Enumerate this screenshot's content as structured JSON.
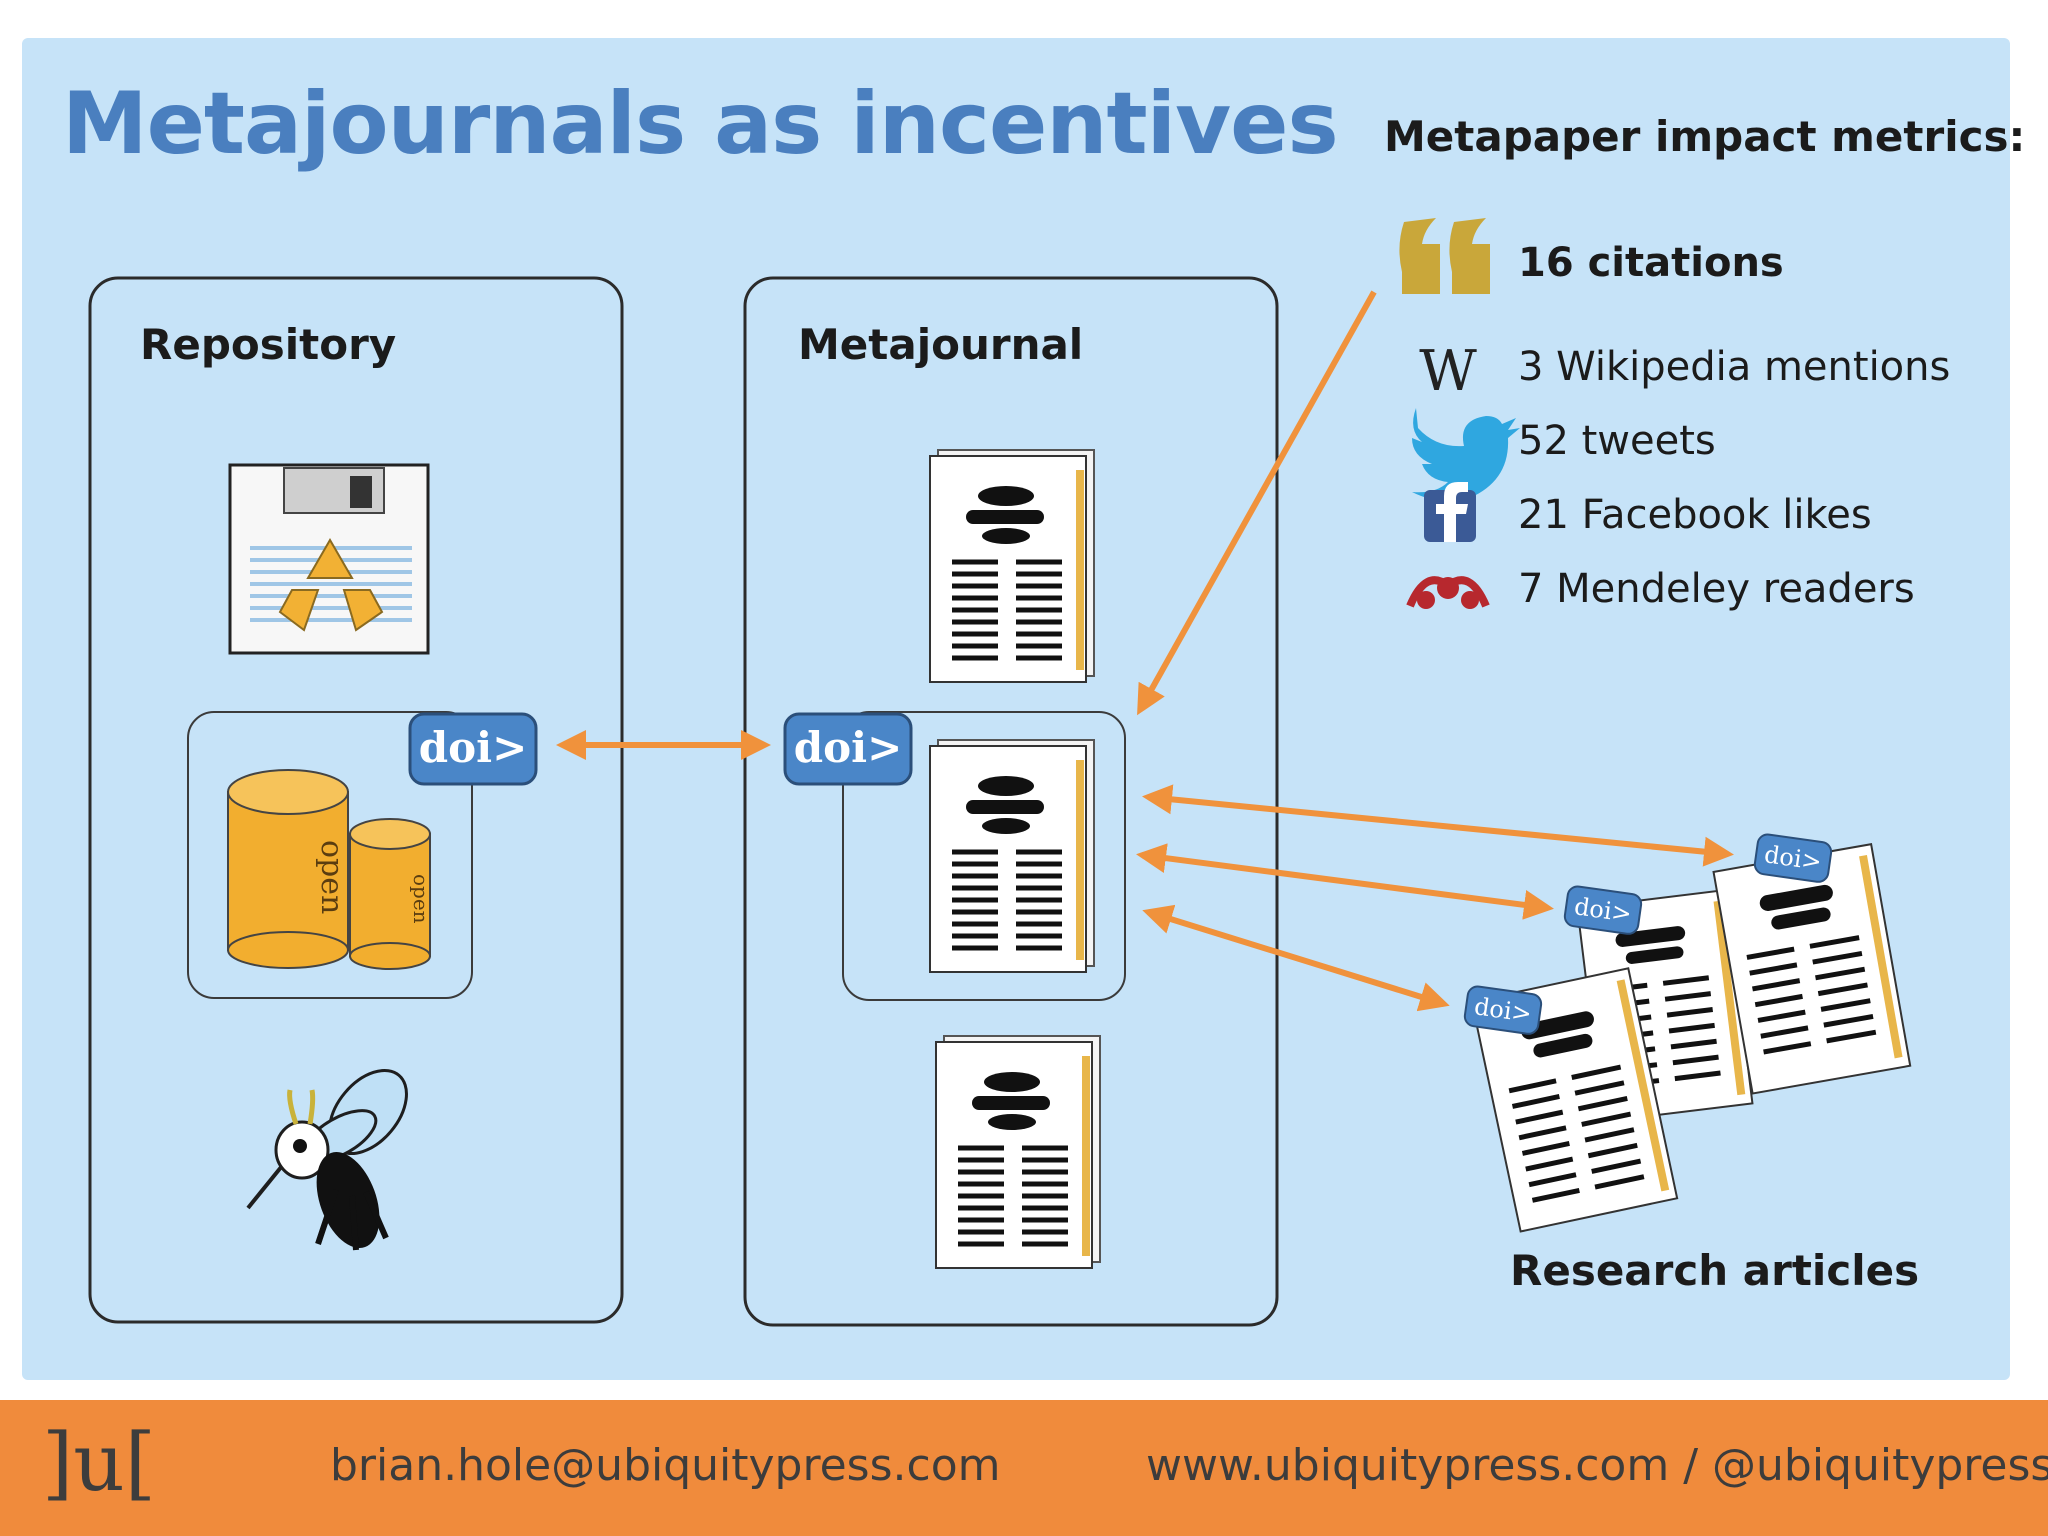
{
  "title": "Metajournals as incentives",
  "repository_label": "Repository",
  "metajournal_label": "Metajournal",
  "research_articles_label": "Research articles",
  "metrics_heading": "Metapaper impact metrics:",
  "metrics": [
    {
      "icon": "quote-icon",
      "text": "16 citations"
    },
    {
      "icon": "wikipedia-icon",
      "text": "3 Wikipedia mentions"
    },
    {
      "icon": "twitter-icon",
      "text": "52 tweets"
    },
    {
      "icon": "facebook-icon",
      "text": "21 Facebook likes"
    },
    {
      "icon": "mendeley-icon",
      "text": "7 Mendeley readers"
    }
  ],
  "doi_label": "doi>",
  "open_label": "open",
  "footer": {
    "logo": "]u[",
    "email": "brian.hole@ubiquitypress.com",
    "website": "www.ubiquitypress.com / @ubiquitypress"
  },
  "colors": {
    "panel": "#c6e3f8",
    "title": "#4a7fbf",
    "arrow": "#f0923c",
    "footer": "#f08b3c",
    "doi_badge": "#4a86c8"
  }
}
